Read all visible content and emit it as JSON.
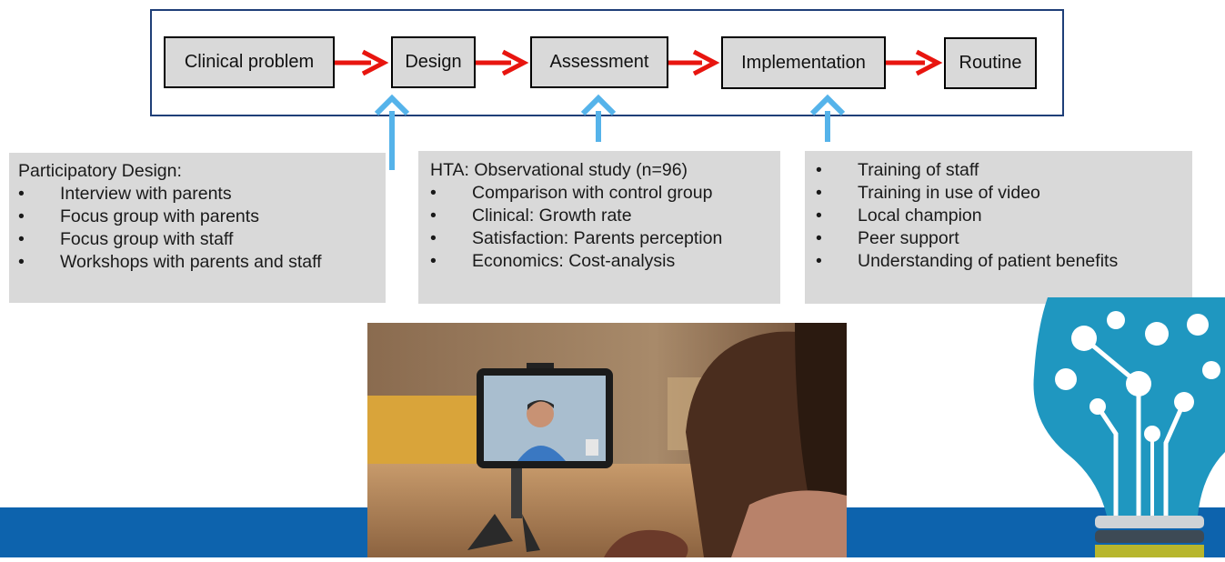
{
  "flow": {
    "steps": [
      {
        "label": "Clinical problem"
      },
      {
        "label": "Design"
      },
      {
        "label": "Assessment"
      },
      {
        "label": "Implementation"
      },
      {
        "label": "Routine"
      }
    ]
  },
  "panels": {
    "design": {
      "title": "Participatory Design:",
      "items": [
        "Interview with parents",
        "Focus group with parents",
        "Focus group with staff",
        "Workshops with parents and staff"
      ]
    },
    "assessment": {
      "title": "HTA: Observational study (n=96)",
      "items": [
        "Comparison with control group",
        "Clinical: Growth rate",
        "Satisfaction: Parents perception",
        "Economics: Cost-analysis"
      ]
    },
    "implementation": {
      "items": [
        "Training of staff",
        "Training in use of video",
        "Local champion",
        "Peer support",
        "Understanding of patient benefits"
      ]
    }
  },
  "colors": {
    "flow_arrow": "#e8150f",
    "up_arrow": "#55b3ea",
    "frame_border": "#1f3f78",
    "panel_bg": "#d9d9d9",
    "bottom_band": "#0d63ad",
    "bulb": "#1f97c0"
  },
  "images": {
    "photo": "parent-video-call-photo",
    "bulb": "lightbulb-graphic"
  }
}
